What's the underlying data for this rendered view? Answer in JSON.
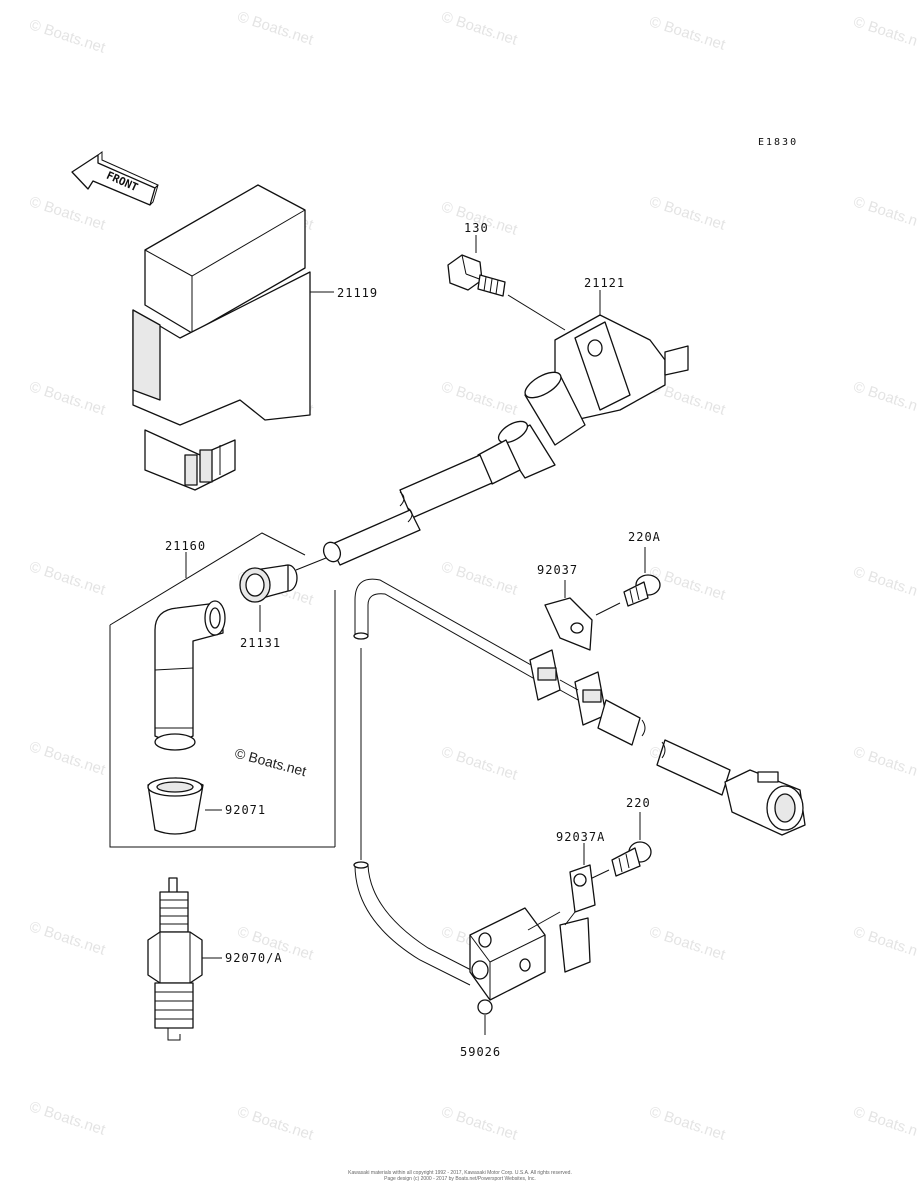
{
  "ref_code": "E1830",
  "front_arrow": "FRONT",
  "watermark_text": "© Boats.net",
  "boats_mark": "© Boats.net",
  "parts": [
    {
      "number": "130",
      "name": "bolt"
    },
    {
      "number": "21121",
      "name": "ignition-coil"
    },
    {
      "number": "21119",
      "name": "cdi-igniter"
    },
    {
      "number": "21160",
      "name": "plug-cap-set"
    },
    {
      "number": "21131",
      "name": "plug-cap-seal"
    },
    {
      "number": "92071",
      "name": "plug-cap-rubber"
    },
    {
      "number": "92070/A",
      "name": "spark-plug"
    },
    {
      "number": "92037",
      "name": "clamp"
    },
    {
      "number": "220A",
      "name": "screw"
    },
    {
      "number": "220",
      "name": "screw"
    },
    {
      "number": "92037A",
      "name": "clamp"
    },
    {
      "number": "59026",
      "name": "sensor"
    }
  ],
  "footer": {
    "line1": "Kawasaki materials within all copyright 1992 - 2017, Kawasaki Motor Corp. U.S.A. All rights reserved.",
    "line2": "Page design (c) 2000 - 2017 by Boats.net/Powersport Websites, Inc."
  },
  "colors": {
    "line": "#111111",
    "watermark": "#e4e4e4",
    "background": "#ffffff"
  }
}
